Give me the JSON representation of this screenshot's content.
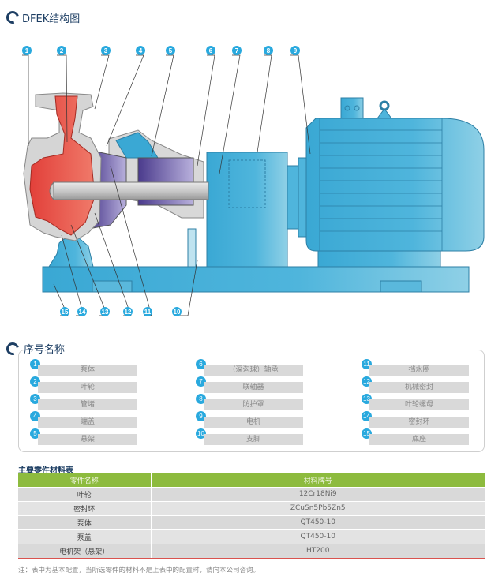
{
  "header": {
    "title": "DFEK结构图",
    "logo_icon": "ring-icon"
  },
  "diagram": {
    "labels_top": [
      "1",
      "2",
      "3",
      "4",
      "5",
      "6",
      "7",
      "8",
      "9"
    ],
    "labels_bottom": [
      "15",
      "14",
      "13",
      "12",
      "11",
      "10"
    ],
    "colors": {
      "pump_body": "#e2403a",
      "bearing": "#5a4a9c",
      "frame": "#3aa8d4",
      "shaft": "#b0b0b0",
      "label_badge": "#29a9de"
    }
  },
  "sequence": {
    "title": "序号名称",
    "items": [
      {
        "num": "1",
        "name": "泵体"
      },
      {
        "num": "2",
        "name": "叶轮"
      },
      {
        "num": "3",
        "name": "管堵"
      },
      {
        "num": "4",
        "name": "端盖"
      },
      {
        "num": "5",
        "name": "悬架"
      },
      {
        "num": "6",
        "name": "（深沟球）轴承"
      },
      {
        "num": "7",
        "name": "联轴器"
      },
      {
        "num": "8",
        "name": "防护罩"
      },
      {
        "num": "9",
        "name": "电机"
      },
      {
        "num": "10",
        "name": "支脚"
      },
      {
        "num": "11",
        "name": "挡水圈"
      },
      {
        "num": "12",
        "name": "机械密封"
      },
      {
        "num": "13",
        "name": "叶轮螺母"
      },
      {
        "num": "14",
        "name": "密封环"
      },
      {
        "num": "15",
        "name": "底座"
      }
    ]
  },
  "materials": {
    "title": "主要零件材料表",
    "headers": [
      "零件名称",
      "材料牌号"
    ],
    "rows": [
      [
        "叶轮",
        "12Cr18Ni9"
      ],
      [
        "密封环",
        "ZCuSn5Pb5Zn5"
      ],
      [
        "泵体",
        "QT450-10"
      ],
      [
        "泵盖",
        "QT450-10"
      ],
      [
        "电机架（悬架）",
        "HT200"
      ]
    ],
    "header_color": "#8dbb3e",
    "note": "注：表中为基本配置，当所选零件的材料不是上表中的配置时，请向本公司咨询。"
  }
}
